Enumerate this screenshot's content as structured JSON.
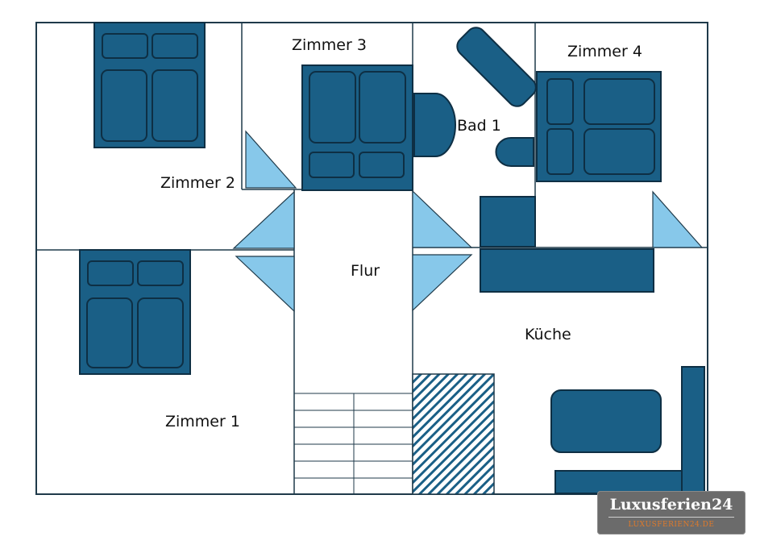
{
  "rooms": {
    "zimmer1": "Zimmer 1",
    "zimmer2": "Zimmer 2",
    "zimmer3": "Zimmer 3",
    "zimmer4": "Zimmer 4",
    "bad1": "Bad 1",
    "flur": "Flur",
    "kueche": "Küche"
  },
  "watermark": {
    "title": "Luxusferien24",
    "url": "LUXUSFERIEN24.DE"
  },
  "colors": {
    "furniture": "#1a5f86",
    "door": "#87c8ea",
    "wall": "#1f3a4a"
  }
}
